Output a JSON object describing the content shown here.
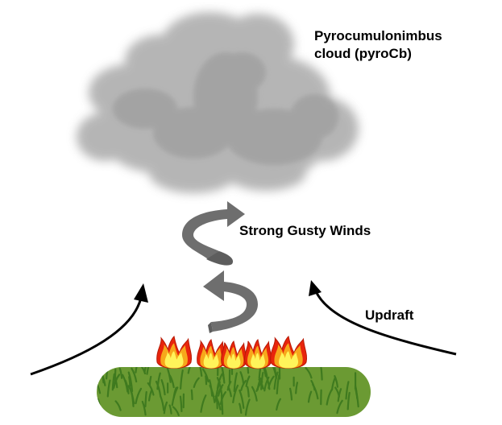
{
  "labels": {
    "cloud_line1": "Pyrocumulonimbus",
    "cloud_line2": "cloud (pyroCb)",
    "winds": "Strong Gusty Winds",
    "updraft": "Updraft"
  },
  "colors": {
    "cloud_light": "#a9a9a9",
    "cloud_dark": "#8e8e8e",
    "spiral_arrow": "#6e6e6e",
    "updraft_arrow": "#000000",
    "grass_base": "#6b9a33",
    "grass_blade": "#3f7a1f",
    "flame_outer": "#e8250c",
    "flame_mid": "#f7a81b",
    "flame_inner": "#fff45a"
  },
  "icons": [
    "cloud-icon",
    "spiral-arrow-icon",
    "updraft-arrow-icon",
    "flame-icon",
    "grass-icon"
  ]
}
